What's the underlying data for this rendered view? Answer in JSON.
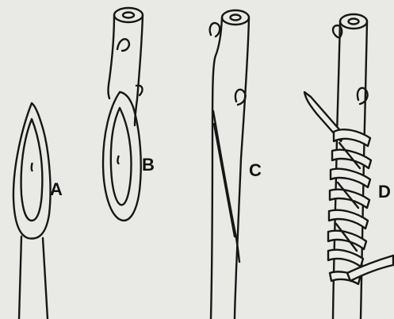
{
  "figure": {
    "panels": [
      {
        "id": "A",
        "label": "A"
      },
      {
        "id": "B",
        "label": "B"
      },
      {
        "id": "C",
        "label": "C"
      },
      {
        "id": "D",
        "label": "D"
      }
    ]
  },
  "colors": {
    "background": "#e9e9e6",
    "ink": "#161616"
  }
}
